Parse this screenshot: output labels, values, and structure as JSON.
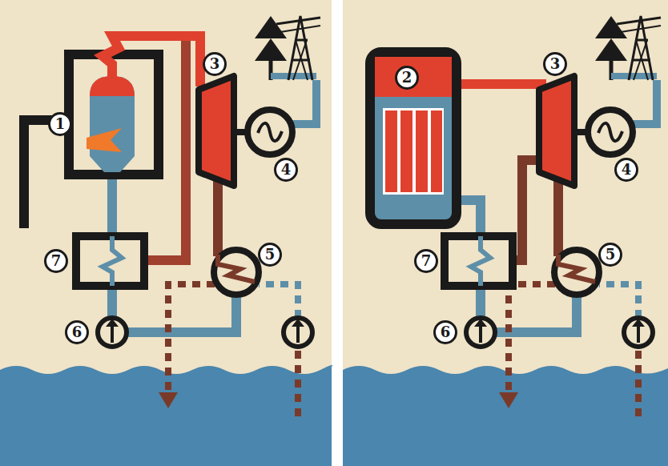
{
  "diagram": {
    "labels": [
      "1",
      "3",
      "4",
      "7",
      "5",
      "6",
      "2",
      "3",
      "4",
      "7",
      "5",
      "6"
    ]
  }
}
